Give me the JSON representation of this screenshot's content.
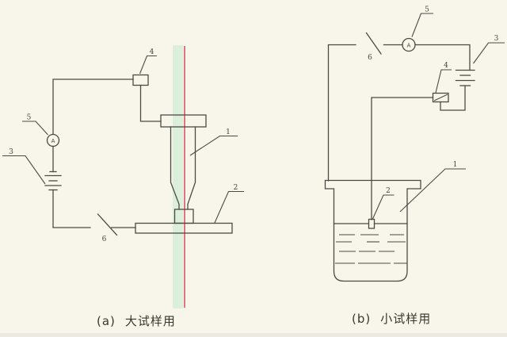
{
  "colors": {
    "background": "#f8f5ea",
    "line": "#4c4a45",
    "red_line": "#dc5264",
    "green_band": "#dcefdb",
    "caption_text": "#38372f"
  },
  "figure_a": {
    "caption_prefix": "(a)",
    "caption_text": "大试样用",
    "ammeter_letter": "A",
    "labels": {
      "specimen": "1",
      "base_plate": "2",
      "battery": "3",
      "relay_box": "4",
      "ammeter": "5",
      "switch": "6"
    }
  },
  "figure_b": {
    "caption_prefix": "(b)",
    "caption_text": "小试样用",
    "ammeter_letter": "A",
    "labels": {
      "beaker": "1",
      "specimen": "2",
      "battery": "3",
      "relay_box": "4",
      "ammeter": "5",
      "switch": "6"
    }
  }
}
